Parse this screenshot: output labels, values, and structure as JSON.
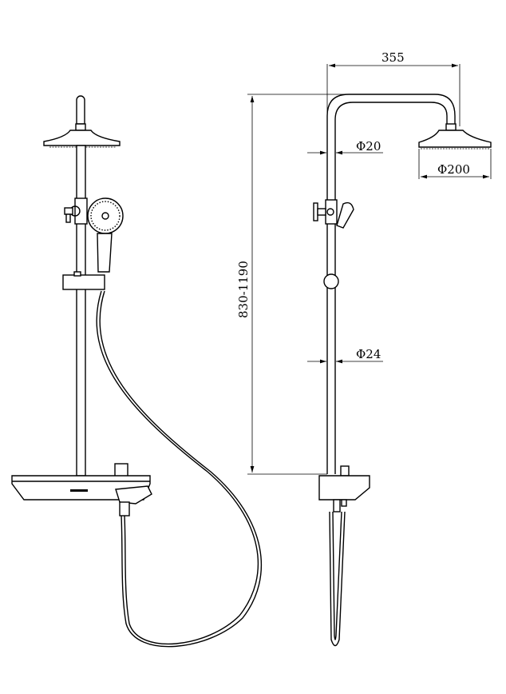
{
  "dimensions": {
    "arm_reach": "355",
    "upper_pipe_diameter": "Φ20",
    "head_diameter": "Φ200",
    "lower_pipe_diameter": "Φ24",
    "height_range": "830-1190"
  }
}
